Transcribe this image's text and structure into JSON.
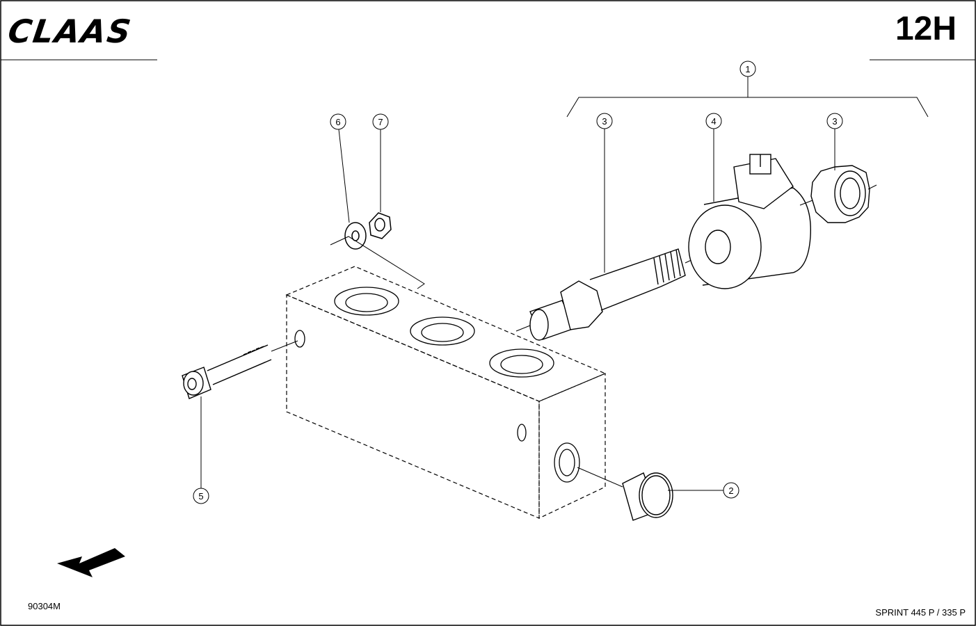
{
  "header": {
    "brand": "CLAAS",
    "sheet_code": "12H"
  },
  "footer": {
    "drawing_number": "90304M",
    "model": "SPRINT 445 P / 335 P"
  },
  "callouts": [
    {
      "id": "callout-1",
      "label": "1"
    },
    {
      "id": "callout-2",
      "label": "2"
    },
    {
      "id": "callout-3a",
      "label": "3"
    },
    {
      "id": "callout-3b",
      "label": "3"
    },
    {
      "id": "callout-4",
      "label": "4"
    },
    {
      "id": "callout-5",
      "label": "5"
    },
    {
      "id": "callout-6",
      "label": "6"
    },
    {
      "id": "callout-7",
      "label": "7"
    }
  ],
  "icons": {
    "direction_arrow": "travel-direction-arrow-icon"
  }
}
